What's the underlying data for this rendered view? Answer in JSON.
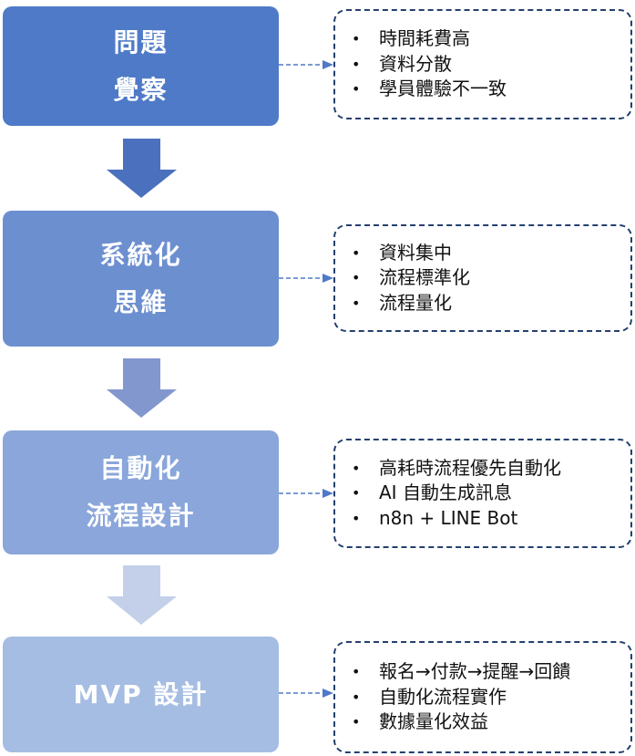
{
  "stages": [
    {
      "lines": [
        "問題",
        "覺察"
      ],
      "color": "#4f7ac7",
      "details": [
        "時間耗費高",
        "資料分散",
        "學員體驗不一致"
      ]
    },
    {
      "lines": [
        "系統化",
        "思維"
      ],
      "color": "#6c8fd0",
      "details": [
        "資料集中",
        "流程標準化",
        "流程量化"
      ]
    },
    {
      "lines": [
        "自動化",
        "流程設計"
      ],
      "color": "#8aa6da",
      "details": [
        "高耗時流程優先自動化",
        "AI 自動生成訊息",
        "n8n + LINE Bot"
      ]
    },
    {
      "lines": [
        "MVP 設計"
      ],
      "color": "#a6bde3",
      "details": [
        "報名→付款→提醒→回饋",
        "自動化流程實作",
        "數據量化效益"
      ]
    }
  ],
  "down_arrow_colors": [
    "#4a70be",
    "#8397cf",
    "#c4cfe9"
  ],
  "connector_color": "#4f7ac7",
  "bullet_glyph": "•"
}
